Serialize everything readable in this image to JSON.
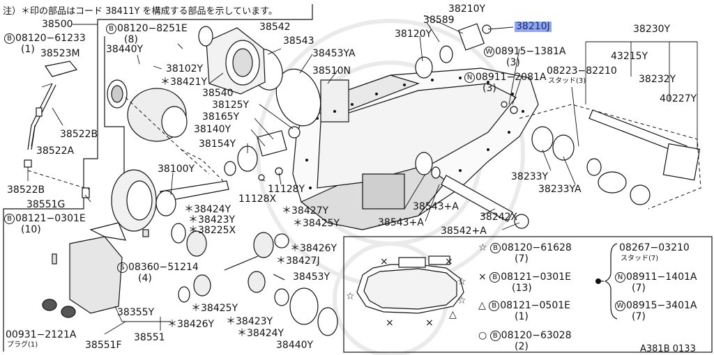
{
  "header_note": "注）＊印の部品はコード 38411Y を構成する部品を示しています。",
  "figure_code": "A381B 0133",
  "highlighted_part": "38210J",
  "parts": [
    {
      "id": "p38500",
      "text": "38500"
    },
    {
      "id": "p38210Y",
      "text": "38210Y"
    },
    {
      "id": "p38589",
      "text": "38589"
    },
    {
      "id": "p38210J",
      "text": "38210J"
    },
    {
      "id": "p38230Y",
      "text": "38230Y"
    },
    {
      "id": "p08120_61233",
      "text": "08120−61233"
    },
    {
      "id": "p08120_61233_q",
      "text": "(1)"
    },
    {
      "id": "p38523M",
      "text": "38523M"
    },
    {
      "id": "p08120_8251E",
      "text": "08120−8251E"
    },
    {
      "id": "p08120_8251E_q",
      "text": "(8)"
    },
    {
      "id": "p38542",
      "text": "38542"
    },
    {
      "id": "p38120Y",
      "text": "38120Y"
    },
    {
      "id": "p38543",
      "text": "38543"
    },
    {
      "id": "p38453YA",
      "text": "38453YA"
    },
    {
      "id": "p38440Y_top",
      "text": "38440Y"
    },
    {
      "id": "p38102Y",
      "text": "38102Y"
    },
    {
      "id": "p08915_1381A",
      "text": "08915−1381A"
    },
    {
      "id": "p08915_1381A_q",
      "text": "(3)"
    },
    {
      "id": "p43215Y",
      "text": "43215Y"
    },
    {
      "id": "p38510N",
      "text": "38510N"
    },
    {
      "id": "p08223_82210",
      "text": "08223−82210"
    },
    {
      "id": "p08223_82210_q",
      "text": "スタッド(3)"
    },
    {
      "id": "p38232Y",
      "text": "38232Y"
    },
    {
      "id": "p08911_2081A",
      "text": "08911−2081A"
    },
    {
      "id": "p08911_2081A_q",
      "text": "(3)"
    },
    {
      "id": "p38421Y",
      "text": "＊38421Y"
    },
    {
      "id": "p38540",
      "text": "38540"
    },
    {
      "id": "p40227Y",
      "text": "40227Y"
    },
    {
      "id": "p38125Y",
      "text": "38125Y"
    },
    {
      "id": "p38165Y",
      "text": "38165Y"
    },
    {
      "id": "p38140Y",
      "text": "38140Y"
    },
    {
      "id": "p38522B_top",
      "text": "38522B"
    },
    {
      "id": "p38522A",
      "text": "38522A"
    },
    {
      "id": "p38154Y",
      "text": "38154Y"
    },
    {
      "id": "p38100Y",
      "text": "38100Y"
    },
    {
      "id": "p38233Y",
      "text": "38233Y"
    },
    {
      "id": "p38233YA",
      "text": "38233YA"
    },
    {
      "id": "p38522B_bot",
      "text": "38522B"
    },
    {
      "id": "p11128X",
      "text": "11128X"
    },
    {
      "id": "p11128Y",
      "text": "11128Y"
    },
    {
      "id": "p38551G",
      "text": "38551G"
    },
    {
      "id": "p38543A1",
      "text": "38543+A"
    },
    {
      "id": "p38242X",
      "text": "38242X"
    },
    {
      "id": "p38424Y_top",
      "text": "＊38424Y"
    },
    {
      "id": "p38427Y",
      "text": "＊38427Y"
    },
    {
      "id": "p08121_0301E",
      "text": "08121−0301E"
    },
    {
      "id": "p08121_0301E_q",
      "text": "(10)"
    },
    {
      "id": "p38423Y_top",
      "text": "＊38423Y"
    },
    {
      "id": "p38425Y_top",
      "text": "＊38425Y"
    },
    {
      "id": "p38543A2",
      "text": "38543+A"
    },
    {
      "id": "p38542A",
      "text": "38542+A"
    },
    {
      "id": "p38225X",
      "text": "＊38225X"
    },
    {
      "id": "p38426Y_right",
      "text": "＊38426Y"
    },
    {
      "id": "p08360_51214",
      "text": "08360−51214"
    },
    {
      "id": "p08360_51214_q",
      "text": "(4)"
    },
    {
      "id": "p38427J",
      "text": "＊38427J"
    },
    {
      "id": "p38453Y",
      "text": "38453Y"
    },
    {
      "id": "p38425Y_bot",
      "text": "＊38425Y"
    },
    {
      "id": "p38355Y",
      "text": "38355Y"
    },
    {
      "id": "p38426Y_bot",
      "text": "＊38426Y"
    },
    {
      "id": "p38423Y_bot",
      "text": "＊38423Y"
    },
    {
      "id": "p00931_2121A",
      "text": "00931−2121A"
    },
    {
      "id": "p00931_2121A_q",
      "text": "プラグ(1)"
    },
    {
      "id": "p38551F",
      "text": "38551F"
    },
    {
      "id": "p38551",
      "text": "38551"
    },
    {
      "id": "p38424Y_bot",
      "text": "＊38424Y"
    },
    {
      "id": "p38440Y_bot",
      "text": "38440Y"
    }
  ],
  "circle_letters": {
    "b": "B",
    "s": "S",
    "n": "N",
    "w": "W"
  },
  "legend": {
    "entries": [
      {
        "symbol": "☆",
        "text": "08120−61628",
        "qty": "(7)"
      },
      {
        "symbol": "×",
        "text": "08121−0301E",
        "qty": "(13)"
      },
      {
        "symbol": "△",
        "text": "08121−0501E",
        "qty": "(1)"
      },
      {
        "symbol": "○",
        "text": "08120−63028",
        "qty": "(2)"
      }
    ],
    "stud": {
      "text": "08267−03210",
      "qty": "スタッド(7)"
    },
    "nut": {
      "text": "08911−1401A",
      "qty": "(7)"
    },
    "washer": {
      "text": "08915−3401A",
      "qty": "(7)"
    }
  }
}
